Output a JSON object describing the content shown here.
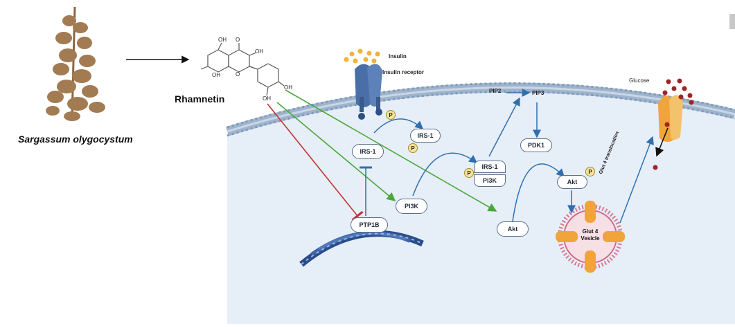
{
  "source": {
    "name": "Sargassum olygocystum"
  },
  "compound": {
    "name": "Rhamnetin",
    "atoms": {
      "oh": "OH",
      "o": "O"
    }
  },
  "membrane": {
    "insulin": "Insulin",
    "receptor": "Insulin receptor",
    "glucose": "Glucose"
  },
  "nodes": {
    "irs1_a": "IRS-1",
    "irs1_b": "IRS-1",
    "irs1_c": "IRS-1",
    "pi3k_a": "PI3K",
    "pi3k_b": "PI3K",
    "ptp1b": "PTP1B",
    "pdk1": "PDK1",
    "akt_a": "Akt",
    "akt_b": "Akt",
    "pip2": "PIP2",
    "pip3": "PIP3",
    "phospho": "P"
  },
  "vesicle": {
    "line1": "Glut 4",
    "line2": "Vesicle"
  },
  "translocation": "Glut 4 translocation",
  "colors": {
    "activation": "#4aa83a",
    "inhibition": "#c0332f",
    "signal": "#2f6fb0",
    "cytoplasm": "#e6eef8"
  }
}
